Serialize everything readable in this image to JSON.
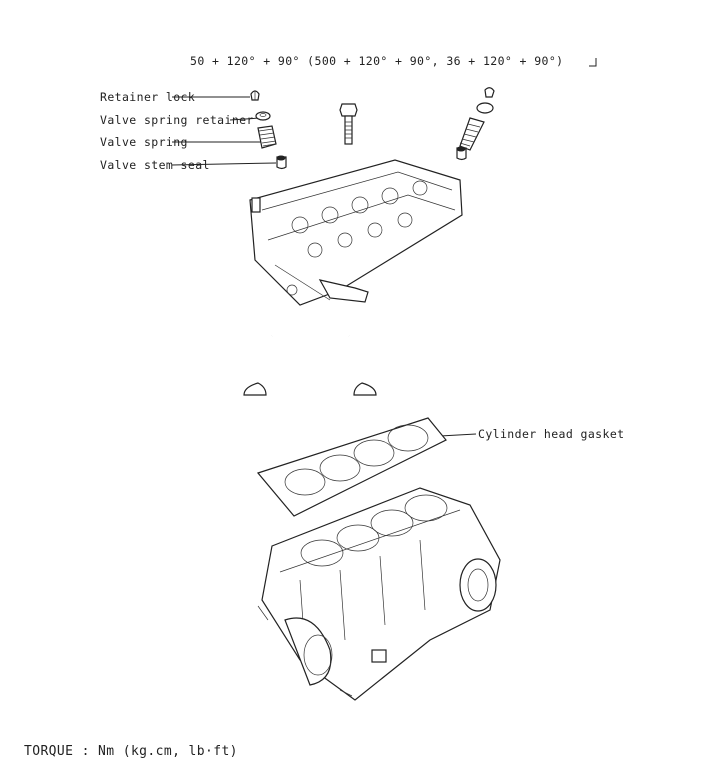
{
  "torque_spec": "50 + 120° + 90° (500 + 120° + 90°, 36 + 120° + 90°)",
  "labels": {
    "retainer_lock": "Retainer lock",
    "valve_spring_retainer": "Valve spring retainer",
    "valve_spring": "Valve spring",
    "valve_stem_seal": "Valve stem seal",
    "cylinder_head_gasket": "Cylinder head gasket"
  },
  "footer": {
    "torque_units": "TORQUE : Nm (kg.cm, lb·ft)"
  },
  "icons": [
    "torque-wrench-icon"
  ]
}
